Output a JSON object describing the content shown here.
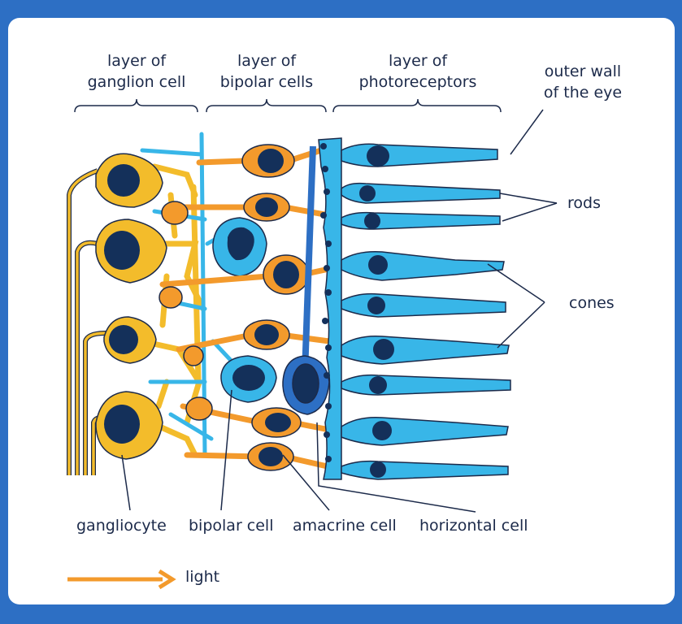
{
  "labels": {
    "layer_ganglion": [
      "layer of",
      "ganglion cell"
    ],
    "layer_bipolar": [
      "layer of",
      "bipolar cells"
    ],
    "layer_photoreceptors": [
      "layer of",
      "photoreceptors"
    ],
    "outer_wall": [
      "outer wall",
      "of the eye"
    ],
    "rods": "rods",
    "cones": "cones",
    "gangliocyte": "gangliocyte",
    "bipolar_cell": "bipolar cell",
    "amacrine_cell": "amacrine cell",
    "horizontal_cell": "horizontal cell",
    "light": "light"
  },
  "colors": {
    "frame": "#2d6fc4",
    "ganglion": "#f3bc2b",
    "bipolar": "#f39a2c",
    "photoreceptor": "#38b6e8",
    "amacrine": "#2d6fc4",
    "nucleus": "#14305a",
    "outline": "#1c2a4a",
    "light_arrow": "#f39a2c"
  }
}
